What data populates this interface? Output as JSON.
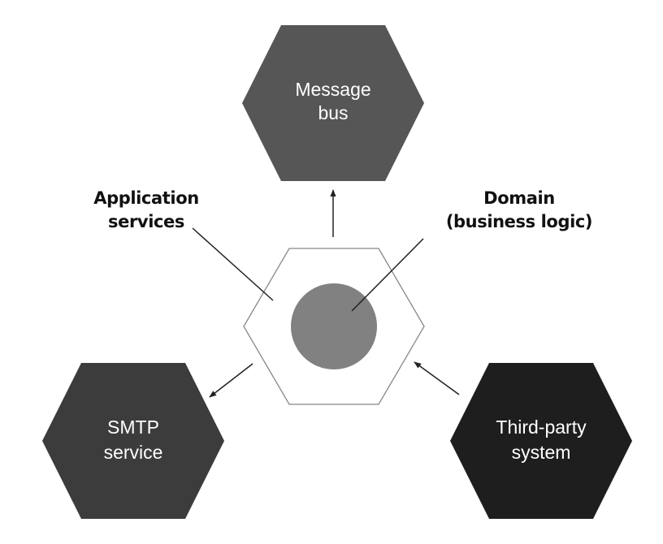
{
  "nodes": {
    "message_bus": {
      "lines": [
        "Message",
        "bus"
      ],
      "fill": "#555655"
    },
    "smtp_service": {
      "lines": [
        "SMTP",
        "service"
      ],
      "fill": "#3c3c3c"
    },
    "third_party": {
      "lines": [
        "Third-party",
        "system"
      ],
      "fill": "#1e1e1e"
    },
    "core": {
      "outline": "#888888",
      "domain_fill": "#808180"
    }
  },
  "callouts": {
    "application_services": {
      "lines": [
        "Application",
        "services"
      ]
    },
    "domain": {
      "lines": [
        "Domain",
        "(business logic)"
      ]
    }
  },
  "colors": {
    "arrow": "#222222",
    "text_on_dark": "#ffffff",
    "callout_text": "#111111"
  }
}
